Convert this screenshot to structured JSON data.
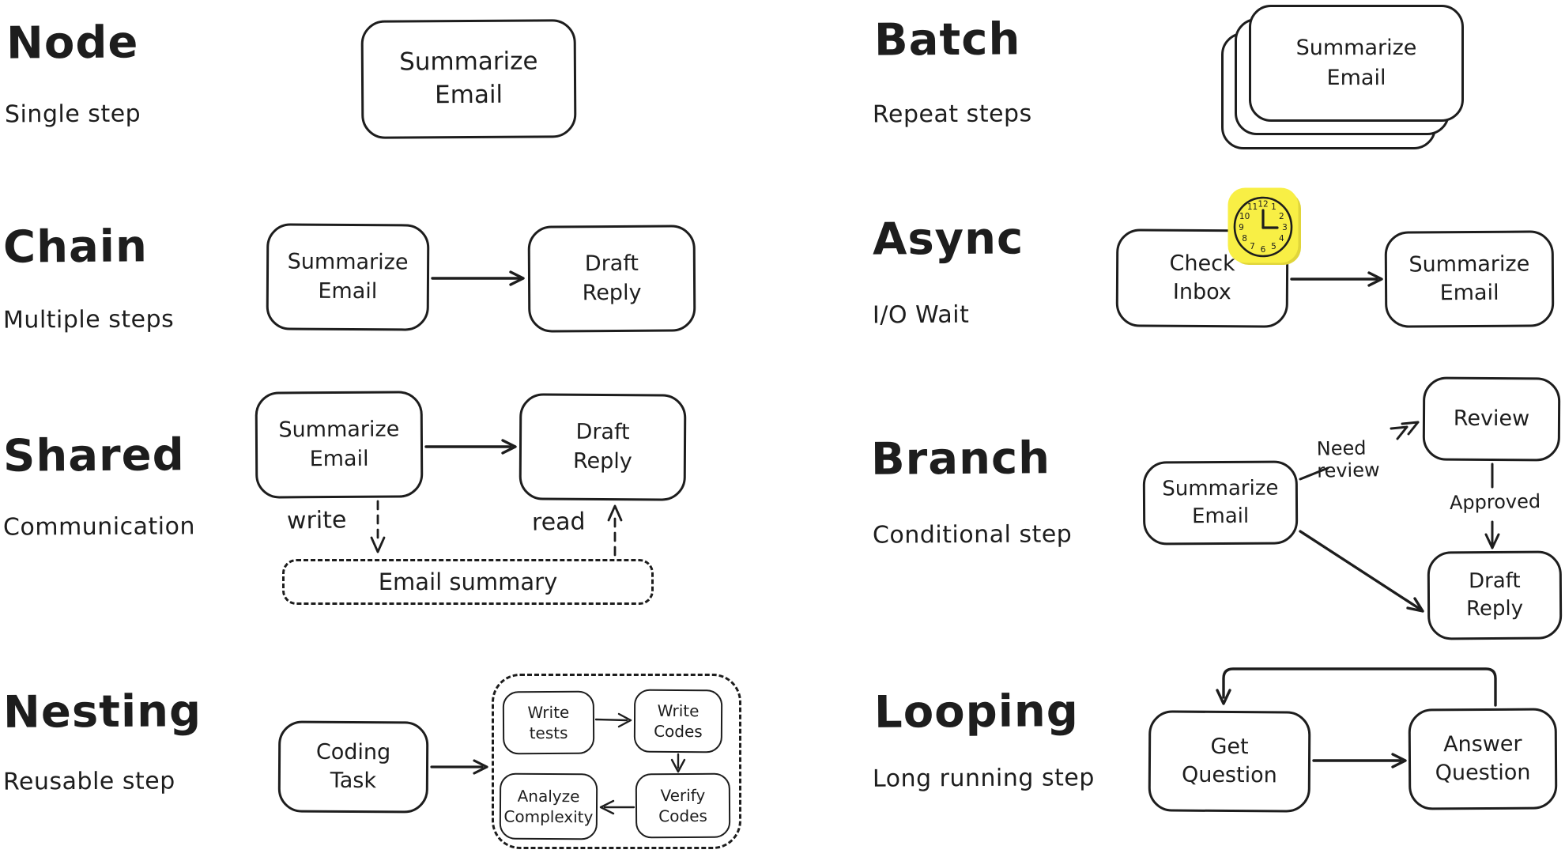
{
  "palette": {
    "ink": "#1d1d1d",
    "background": "#ffffff",
    "clock_fill": "#f8ef45",
    "clock_shade": "#e0d53a"
  },
  "sections": {
    "node": {
      "title": "Node",
      "subtitle": "Single step",
      "step": "Summarize\nEmail"
    },
    "chain": {
      "title": "Chain",
      "subtitle": "Multiple steps",
      "step1": "Summarize\nEmail",
      "step2": "Draft\nReply"
    },
    "shared": {
      "title": "Shared",
      "subtitle": "Communication",
      "step1": "Summarize\nEmail",
      "step2": "Draft\nReply",
      "write_label": "write",
      "read_label": "read",
      "store": "Email summary"
    },
    "nesting": {
      "title": "Nesting",
      "subtitle": "Reusable step",
      "outer_step": "Coding\nTask",
      "inner": {
        "write_tests": "Write\ntests",
        "write_codes": "Write\nCodes",
        "analyze_complexity": "Analyze\nComplexity",
        "verify_codes": "Verify\nCodes"
      }
    },
    "batch": {
      "title": "Batch",
      "subtitle": "Repeat steps",
      "step": "Summarize\nEmail"
    },
    "async": {
      "title": "Async",
      "subtitle": "I/O Wait",
      "step1": "Check\nInbox",
      "step2": "Summarize\nEmail",
      "clock": {
        "numbers": [
          "12",
          "1",
          "2",
          "3",
          "4",
          "5",
          "6",
          "7",
          "8",
          "9",
          "10",
          "11"
        ]
      }
    },
    "branch": {
      "title": "Branch",
      "subtitle": "Conditional step",
      "source_step": "Summarize\nEmail",
      "review_step": "Review",
      "draft_step": "Draft\nReply",
      "need_review_label": "Need\nreview",
      "approved_label": "Approved"
    },
    "looping": {
      "title": "Looping",
      "subtitle": "Long running step",
      "step1": "Get\nQuestion",
      "step2": "Answer\nQuestion"
    }
  }
}
